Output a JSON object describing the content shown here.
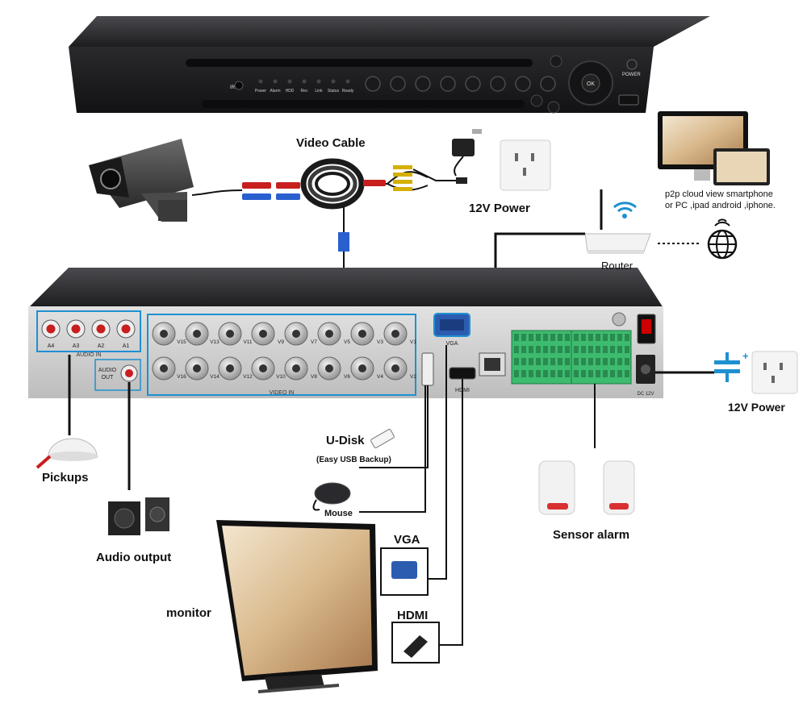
{
  "front_panel": {
    "indicators": [
      "Power",
      "Alarm",
      "HDD",
      "Rec",
      "Link",
      "Status",
      "Ready"
    ],
    "ir_label": "IR",
    "power_label": "POWER",
    "nav_center": "OK"
  },
  "back_panel": {
    "audio_in_label": "AUDIO IN",
    "audio_in_ports": [
      "A4",
      "A3",
      "A2",
      "A1"
    ],
    "audio_out_label_1": "AUDIO",
    "audio_out_label_2": "OUT",
    "video_in_label": "VIDEO IN",
    "video_top": [
      "V15",
      "V13",
      "V11",
      "V9",
      "V7",
      "V5",
      "V3",
      "V1"
    ],
    "video_bottom": [
      "V16",
      "V14",
      "V12",
      "V10",
      "V8",
      "V6",
      "V4",
      "V2"
    ],
    "vga_label": "VGA",
    "hdmi_label": "HDMI",
    "dc_label": "DC 12V"
  },
  "labels": {
    "video_cable": "Video Cable",
    "power_top": "12V Power",
    "cloud_line1": "p2p cloud view smartphone",
    "cloud_line2": "or PC ,ipad android ,iphone.",
    "router": "Router",
    "power_right": "12V Power",
    "udisk": "U-Disk",
    "udisk_sub": "(Easy USB Backup)",
    "pickups": "Pickups",
    "mouse": "Mouse",
    "sensor_alarm": "Sensor alarm",
    "vga": "VGA",
    "audio_output": "Audio output",
    "monitor": "monitor",
    "hdmi": "HDMI"
  },
  "colors": {
    "device_body": "#2b2b2e",
    "highlight_blue": "#1e90d0",
    "terminal_green": "#3dbb6e",
    "rca_red": "#d02020",
    "bnc_blue": "#2a5fd0",
    "wire": "#111111"
  }
}
